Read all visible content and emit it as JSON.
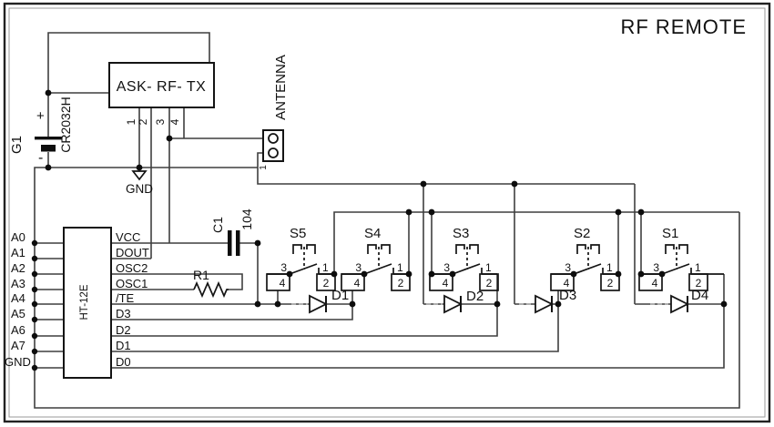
{
  "title": "RF REMOTE",
  "battery": {
    "designator": "G1",
    "value": "CR2032H",
    "plus": "+",
    "minus": "-"
  },
  "module": {
    "label": "ASK- RF- TX",
    "pins": [
      "1",
      "2",
      "3",
      "4"
    ]
  },
  "antenna": {
    "label": "ANTENNA",
    "pin": "1"
  },
  "gnd": {
    "label": "GND"
  },
  "capacitor": {
    "designator": "C1",
    "value": "104"
  },
  "resistor": {
    "designator": "R1"
  },
  "ic": {
    "label": "HT-12E",
    "left_pins": [
      "A0",
      "A1",
      "A2",
      "A3",
      "A4",
      "A5",
      "A6",
      "A7",
      "GND"
    ],
    "right_pins": [
      "VCC",
      "DOUT",
      "OSC2",
      "OSC1",
      "/TE",
      "D3",
      "D2",
      "D1",
      "D0"
    ]
  },
  "switches": [
    {
      "label": "S5"
    },
    {
      "label": "S4"
    },
    {
      "label": "S3"
    },
    {
      "label": "S2"
    },
    {
      "label": "S1"
    }
  ],
  "switch_pins": {
    "left_top": "3",
    "right_top": "1",
    "left_bottom": "4",
    "right_bottom": "2"
  },
  "diodes": [
    {
      "label": "D1"
    },
    {
      "label": "D2"
    },
    {
      "label": "D3"
    },
    {
      "label": "D4"
    }
  ],
  "colors": {
    "wire": "#3f3f3f",
    "component": "#141414",
    "title": "#1c1c38"
  }
}
